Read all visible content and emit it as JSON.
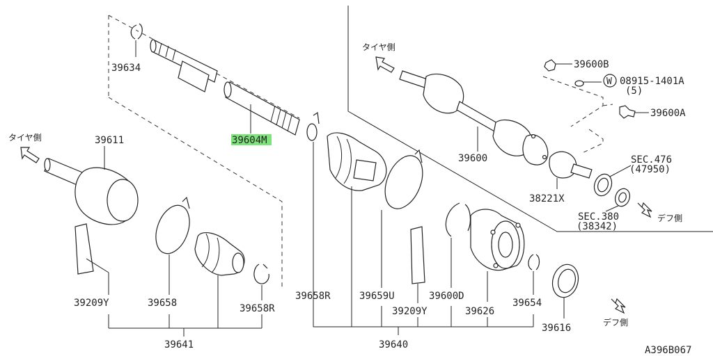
{
  "diagram": {
    "figure_code": "A396B067",
    "direction_labels": {
      "tire_side_left": "タイヤ側",
      "tire_side_right": "タイヤ側",
      "diff_side_upper": "デフ側",
      "diff_side_lower": "デフ側"
    },
    "assemblies": {
      "shaft_left": "39641",
      "shaft_center": "39640"
    },
    "parts": {
      "p39634": "39634",
      "p39604m": "39604M",
      "p39611": "39611",
      "p39209y_left": "39209Y",
      "p39658": "39658",
      "p39658r_left": "39658R",
      "p39658r_center": "39658R",
      "p39659u": "39659U",
      "p39209y_center": "39209Y",
      "p39600d": "39600D",
      "p39626": "39626",
      "p39654": "39654",
      "p39616": "39616",
      "p39600": "39600",
      "p38221x": "38221X",
      "p39600b": "39600B",
      "p08915": "08915-1401A",
      "p08915_qty": "(5)",
      "washer_symbol": "W",
      "p39600a": "39600A",
      "sec476": "SEC.476",
      "sec476_ref": "(47950)",
      "sec380": "SEC.380",
      "sec380_ref": "(38342)"
    },
    "highlight_part": "39604M"
  }
}
